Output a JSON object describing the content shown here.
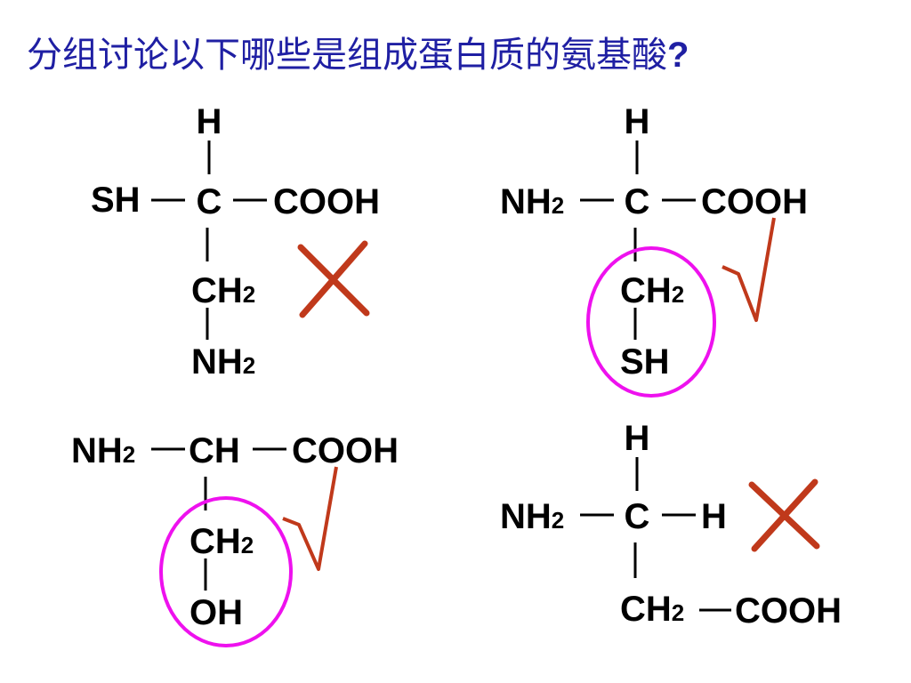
{
  "title": {
    "text": "分组讨论以下哪些是组成蛋白质的氨基酸",
    "mark": "?",
    "color": "#1f1fa3"
  },
  "colors": {
    "mark_color": "#c0391b",
    "circle_color": "#ee11ee"
  },
  "molecules": [
    {
      "atoms": {
        "top": "H",
        "left": "SH",
        "center": "C",
        "right": "COOH",
        "down1": "CH",
        "down1_sub": "2",
        "down2": "NH",
        "down2_sub": "2"
      },
      "verdict_icon": "cross-mark-icon"
    },
    {
      "atoms": {
        "top": "H",
        "left": "NH",
        "left_sub": "2",
        "center": "C",
        "right": "COOH",
        "down1": "CH",
        "down1_sub": "2",
        "down2": "SH"
      },
      "verdict_icon": "check-mark-icon"
    },
    {
      "atoms": {
        "left": "NH",
        "left_sub": "2",
        "center": "CH",
        "right": "COOH",
        "down1": "CH",
        "down1_sub": "2",
        "down2": "OH"
      },
      "verdict_icon": "check-mark-icon"
    },
    {
      "atoms": {
        "top": "H",
        "left": "NH",
        "left_sub": "2",
        "center": "C",
        "right": "H",
        "down1": "CH",
        "down1_sub": "2",
        "down1_right": "COOH"
      },
      "verdict_icon": "cross-mark-icon"
    }
  ]
}
